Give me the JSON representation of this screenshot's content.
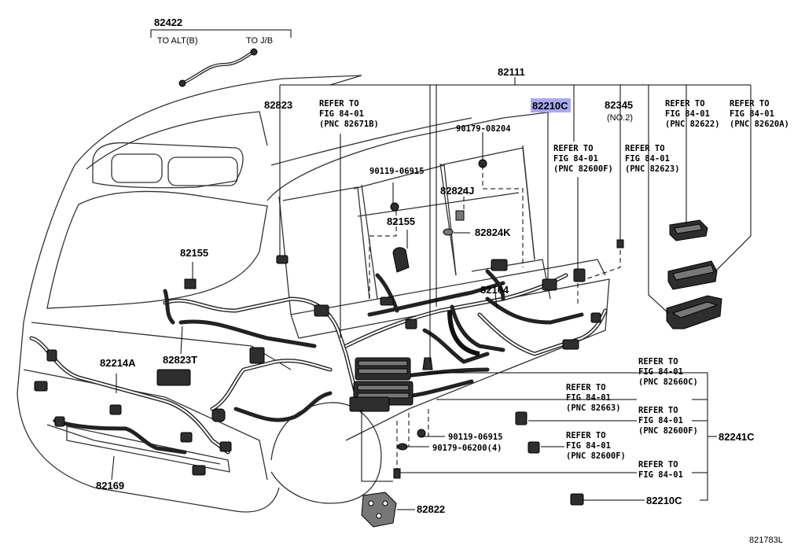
{
  "labels": {
    "p82422": "82422",
    "to_alt": "TO ALT(B)",
    "to_jb": "TO J/B",
    "p82111": "82111",
    "p82823": "82823",
    "ref_82671b": [
      "REFER TO",
      "FIG 84-01",
      "(PNC 82671B)"
    ],
    "p82210c_top": "82210C",
    "p90179_08204": "90179-08204",
    "p82345": "82345",
    "p82345_note": "(NO.2)",
    "ref_82622": [
      "REFER TO",
      "FIG 84-01",
      "(PNC 82622)"
    ],
    "ref_82620a": [
      "REFER TO",
      "FIG 84-01",
      "(PNC 82620A)"
    ],
    "ref_82600f_top": [
      "REFER TO",
      "FIG 84-01",
      "(PNC 82600F)"
    ],
    "ref_82623": [
      "REFER TO",
      "FIG 84-01",
      "(PNC 82623)"
    ],
    "p90119_06915_top": "90119-06915",
    "p82824j": "82824J",
    "p82155_mid": "82155",
    "p82824k": "82824K",
    "p82155_left": "82155",
    "p82164": "82164",
    "p82823t": "82823T",
    "p82214a": "82214A",
    "ref_82660c": [
      "REFER TO",
      "FIG 84-01",
      "(PNC 82660C)"
    ],
    "ref_82663": [
      "REFER TO",
      "FIG 84-01",
      "(PNC 82663)"
    ],
    "ref_82600f_a": [
      "REFER TO",
      "FIG 84-01",
      "(PNC 82600F)"
    ],
    "ref_82600f_b": [
      "REFER TO",
      "FIG 84-01",
      "(PNC 82600F)"
    ],
    "ref_plain": [
      "REFER TO",
      "FIG 84-01"
    ],
    "p82241c": "82241C",
    "p90119_06915_bot": "90119-06915",
    "p90179_06200": "90179-06200(4)",
    "p82169": "82169",
    "p82822": "82822",
    "p82210c_bot": "82210C",
    "fig_code": "821783L"
  },
  "colors": {
    "highlight": "#a9a9f2",
    "ink": "#000000"
  }
}
